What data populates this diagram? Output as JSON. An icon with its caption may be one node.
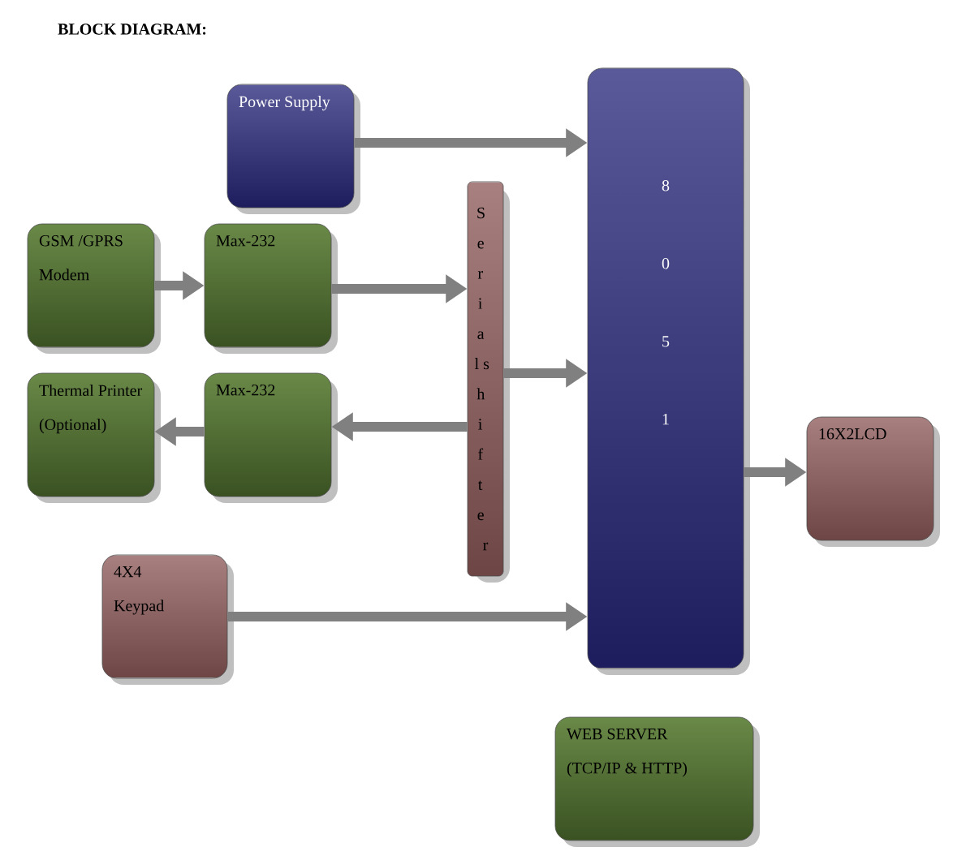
{
  "diagram": {
    "title": "BLOCK DIAGRAM:",
    "nodes": [
      {
        "text": [
          "Power Supply"
        ]
      },
      {
        "text": [
          "GSM /GPRS",
          "Modem"
        ]
      },
      {
        "text": [
          "Max-232"
        ]
      },
      {
        "text": [
          "Serial shifter"
        ]
      },
      {
        "text": [
          "8051"
        ]
      },
      {
        "text": [
          "Thermal Printer",
          "(Optional)"
        ]
      },
      {
        "text": [
          "Max-232"
        ]
      },
      {
        "text": [
          "16X2LCD"
        ]
      },
      {
        "text": [
          "4X4",
          "Keypad"
        ]
      },
      {
        "text": [
          "WEB SERVER",
          "(TCP/IP & HTTP)"
        ]
      }
    ],
    "edges": [
      {
        "from": 0,
        "to": 4,
        "arrow": "to"
      },
      {
        "from": 1,
        "to": 2,
        "arrow": "to"
      },
      {
        "from": 2,
        "to": 3,
        "arrow": "to"
      },
      {
        "from": 3,
        "to": 4,
        "arrow": "to"
      },
      {
        "from": 3,
        "to": 6,
        "arrow": "to"
      },
      {
        "from": 6,
        "to": 5,
        "arrow": "to"
      },
      {
        "from": 4,
        "to": 7,
        "arrow": "to"
      },
      {
        "from": 8,
        "to": 4,
        "arrow": "to"
      }
    ]
  }
}
